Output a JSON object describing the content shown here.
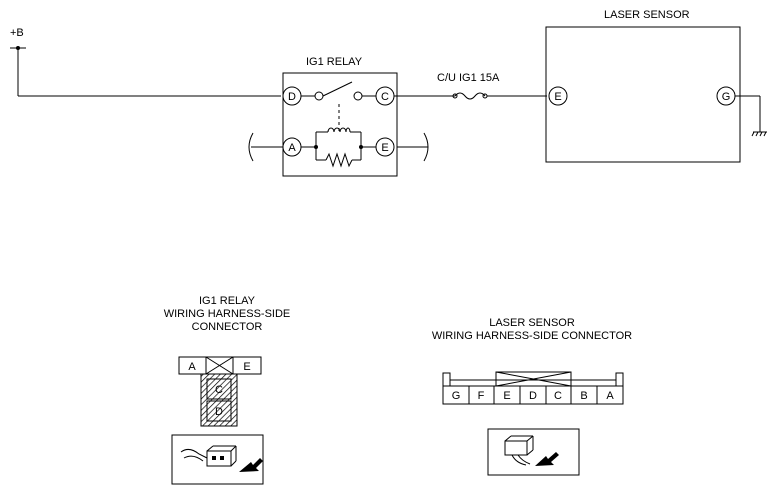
{
  "supply_label": "+B",
  "relay": {
    "title": "IG1 RELAY",
    "pins": {
      "D": "D",
      "C": "C",
      "A": "A",
      "E": "E"
    }
  },
  "fuse_label": "C/U IG1 15A",
  "laser_sensor": {
    "title": "LASER SENSOR",
    "pins": {
      "E": "E",
      "G": "G"
    }
  },
  "relay_connector": {
    "title_line1": "IG1 RELAY",
    "title_line2": "WIRING HARNESS-SIDE",
    "title_line3": "CONNECTOR",
    "top_row": [
      "A",
      "E"
    ],
    "column": [
      "C",
      "D"
    ]
  },
  "sensor_connector": {
    "title_line1": "LASER SENSOR",
    "title_line2": "WIRING HARNESS-SIDE CONNECTOR",
    "pins": [
      "G",
      "F",
      "E",
      "D",
      "C",
      "B",
      "A"
    ]
  }
}
